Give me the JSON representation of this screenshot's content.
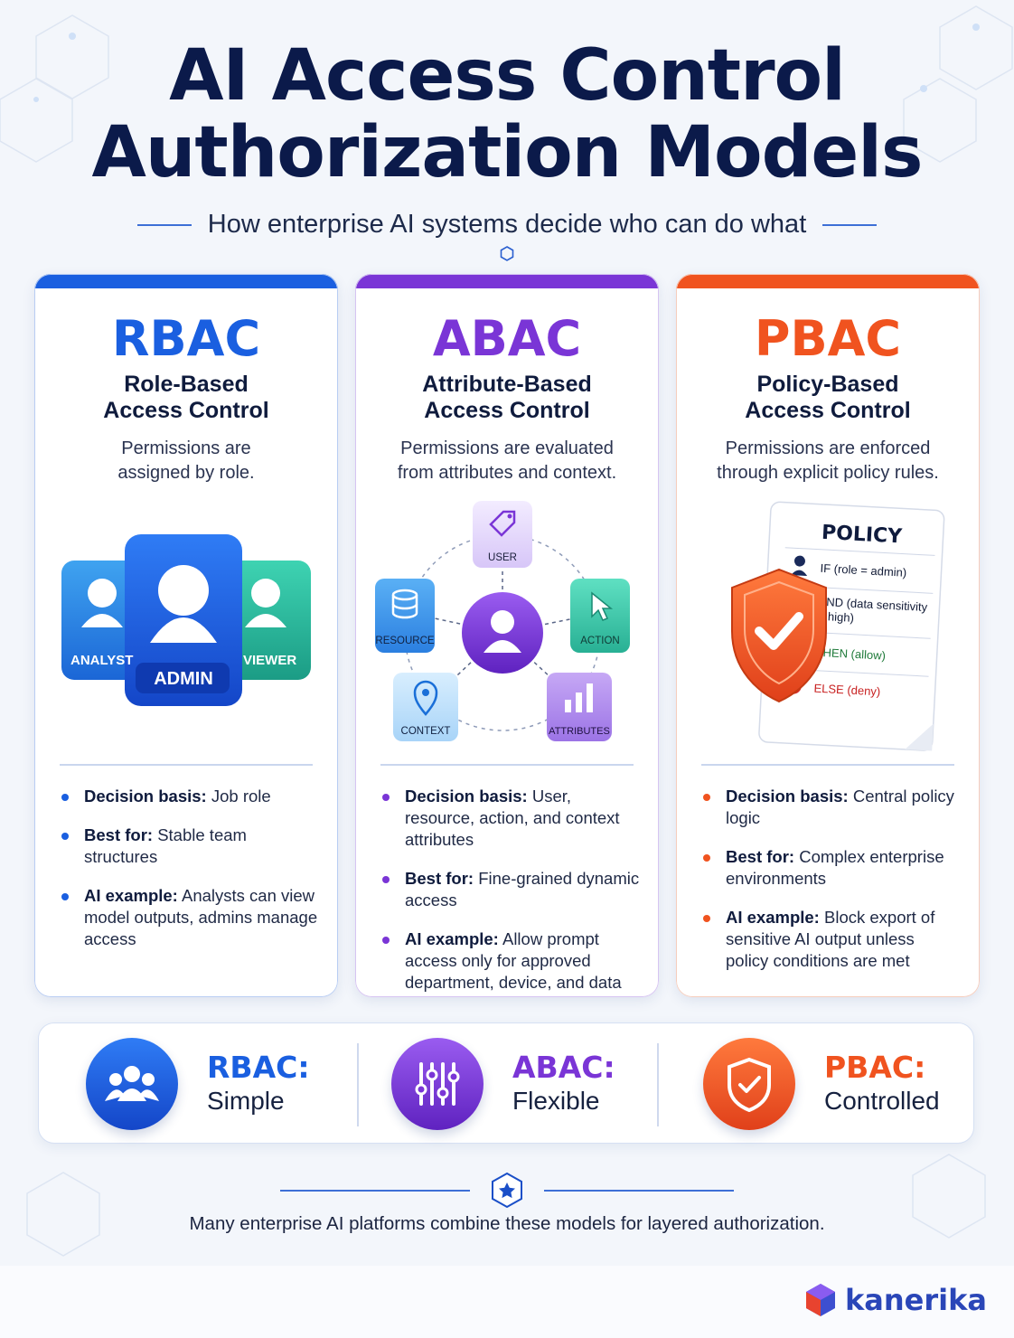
{
  "title_line1": "AI Access Control",
  "title_line2": "Authorization Models",
  "subtitle": "How enterprise AI systems decide who can do what",
  "colors": {
    "rbac": "#1a5fe0",
    "abac": "#7a35d6",
    "pbac": "#f0531f",
    "navy": "#0b1a4a"
  },
  "cards": [
    {
      "acronym": "RBAC",
      "name_line1": "Role-Based",
      "name_line2": "Access Control",
      "desc_line1": "Permissions are",
      "desc_line2": "assigned by role.",
      "roles": {
        "left": "ANALYST",
        "center": "ADMIN",
        "right": "VIEWER"
      },
      "bullets": [
        {
          "label": "Decision basis:",
          "text": "Job role"
        },
        {
          "label": "Best for:",
          "text": "Stable team structures"
        },
        {
          "label": "AI example:",
          "text": "Analysts can view model outputs, admins manage access"
        }
      ]
    },
    {
      "acronym": "ABAC",
      "name_line1": "Attribute-Based",
      "name_line2": "Access Control",
      "desc_line1": "Permissions are evaluated",
      "desc_line2": "from attributes and context.",
      "nodes": {
        "user": "USER",
        "resource": "RESOURCE",
        "action": "ACTION",
        "context": "CONTEXT",
        "attributes": "ATTRIBUTES"
      },
      "bullets": [
        {
          "label": "Decision basis:",
          "text": "User, resource, action, and context attributes"
        },
        {
          "label": "Best for:",
          "text": "Fine-grained dynamic access"
        },
        {
          "label": "AI example:",
          "text": "Allow prompt access only for approved department, device, and data sensitivity"
        }
      ]
    },
    {
      "acronym": "PBAC",
      "name_line1": "Policy-Based",
      "name_line2": "Access Control",
      "desc_line1": "Permissions are enforced",
      "desc_line2": "through explicit policy rules.",
      "policy": {
        "heading": "POLICY",
        "if": "IF (role = admin)",
        "and_line1": "AND (data sensitivity",
        "and_line2": "= high)",
        "then": "THEN (allow)",
        "else": "ELSE (deny)"
      },
      "bullets": [
        {
          "label": "Decision basis:",
          "text": "Central policy logic"
        },
        {
          "label": "Best for:",
          "text": "Complex enterprise environments"
        },
        {
          "label": "AI example:",
          "text": "Block export of sensitive AI output unless policy conditions are met"
        }
      ]
    }
  ],
  "summary": [
    {
      "head": "RBAC:",
      "sub": "Simple",
      "icon": "group-icon"
    },
    {
      "head": "ABAC:",
      "sub": "Flexible",
      "icon": "sliders-icon"
    },
    {
      "head": "PBAC:",
      "sub": "Controlled",
      "icon": "shield-check-icon"
    }
  ],
  "footer": "Many enterprise AI platforms combine these models for layered authorization.",
  "brand": "kanerika"
}
